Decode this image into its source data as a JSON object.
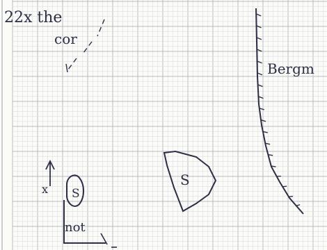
{
  "annotations": {
    "scale": "22x the",
    "scale_line2": "cor",
    "boundary_label": "Bergm",
    "axis_x": "x",
    "axis_label": "not",
    "region_large": "S",
    "region_small": "S"
  },
  "colors": {
    "ink": "#2d2d44",
    "grid_major": "#b9bcc4",
    "grid_minor": "#dcdee3"
  }
}
